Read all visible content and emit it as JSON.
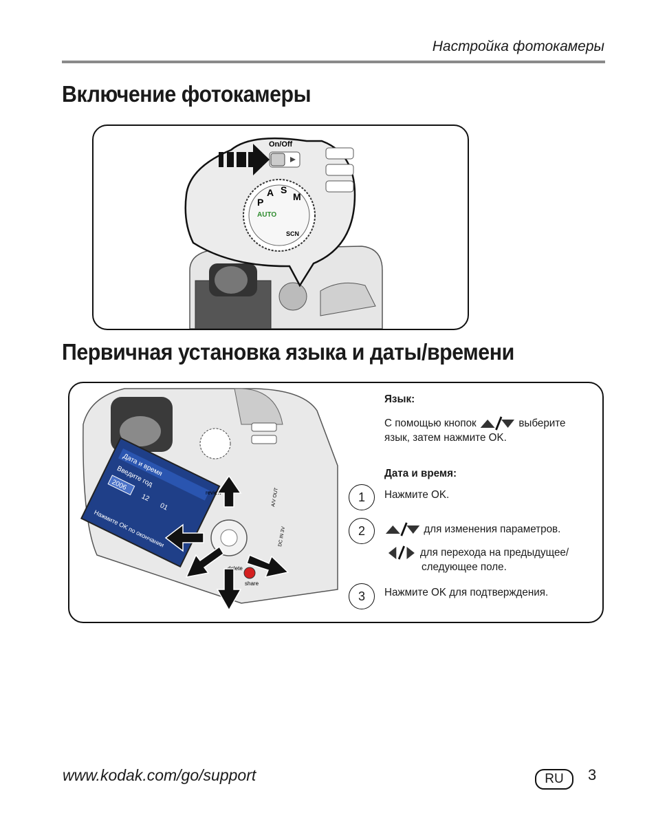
{
  "header": {
    "section_title": "Настройка фотокамеры"
  },
  "section1": {
    "heading": "Включение фотокамеры",
    "figure": {
      "switch_label": "On/Off",
      "dial_auto_label": "AUTO",
      "dial_letters": [
        "P",
        "A",
        "S",
        "M"
      ],
      "dial_scn": "SCN"
    }
  },
  "section2": {
    "heading": "Первичная установка языка и даты/времени",
    "figure": {
      "screen_line1": "Дата и время",
      "screen_line2": "Введите год",
      "screen_year": "2006",
      "screen_month": "12",
      "screen_day": "01",
      "screen_bottom": "Нажмите OK по окончании",
      "btn_review": "review",
      "btn_delete": "delete",
      "btn_share": "share",
      "port_label": "A/V OUT",
      "dc_label": "DC IN 3V"
    },
    "language": {
      "title": "Язык:",
      "text_before": "С помощью кнопок",
      "text_after": "выберите",
      "text_line2": "язык, затем нажмите OK."
    },
    "datetime": {
      "title": "Дата и время:",
      "steps": [
        {
          "num": "1",
          "text": "Нажмите OK."
        },
        {
          "num": "2",
          "text": "для изменения параметров.",
          "sub_text1": "для перехода на предыдущее/",
          "sub_text2": "следующее поле."
        },
        {
          "num": "3",
          "text": "Нажмите OK для подтверждения."
        }
      ]
    }
  },
  "footer": {
    "url": "www.kodak.com/go/support",
    "lang_badge": "RU",
    "page_number": "3"
  }
}
